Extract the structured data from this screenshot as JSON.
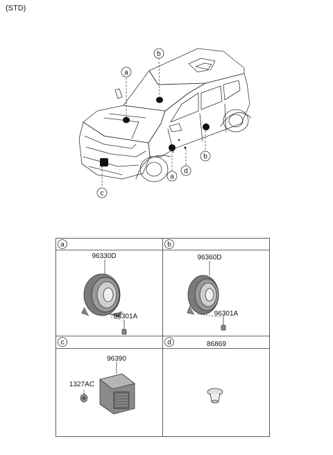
{
  "header": {
    "variant_label": "(STD)"
  },
  "callouts": [
    "a",
    "b",
    "c",
    "a",
    "b",
    "d"
  ],
  "panels": [
    {
      "letter": "a",
      "parts": [
        "96330D",
        "96301A"
      ]
    },
    {
      "letter": "b",
      "parts": [
        "96360D",
        "96301A"
      ]
    },
    {
      "letter": "c",
      "parts": [
        "96390",
        "1327AC"
      ]
    },
    {
      "letter": "d",
      "parts": [
        "86869"
      ]
    }
  ]
}
